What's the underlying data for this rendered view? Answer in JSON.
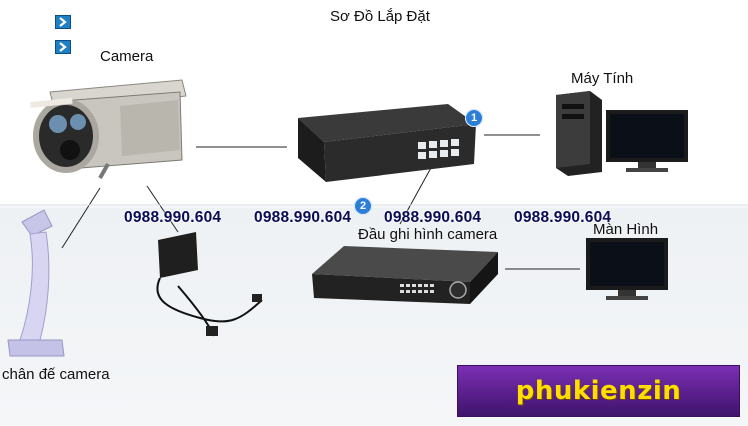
{
  "title": "Sơ Đồ Lắp Đặt",
  "labels": {
    "camera": "Camera",
    "computer": "Máy Tính",
    "recorder": "Đầu ghi hình camera",
    "monitor": "Màn Hình",
    "stand": "chân đế camera"
  },
  "phones": [
    "0988.990.604",
    "0988.990.604",
    "0988.990.604",
    "0988.990.604"
  ],
  "badges": [
    "1",
    "2"
  ],
  "brand": "phukienzin",
  "icons": {
    "nav_1": "chevron-right-icon",
    "nav_2": "chevron-right-icon"
  },
  "colors": {
    "phone_text": "#0b0b55",
    "brand_bg": "#5a1f8c",
    "brand_text": "#ffdd00",
    "badge": "#2c7ed6"
  }
}
